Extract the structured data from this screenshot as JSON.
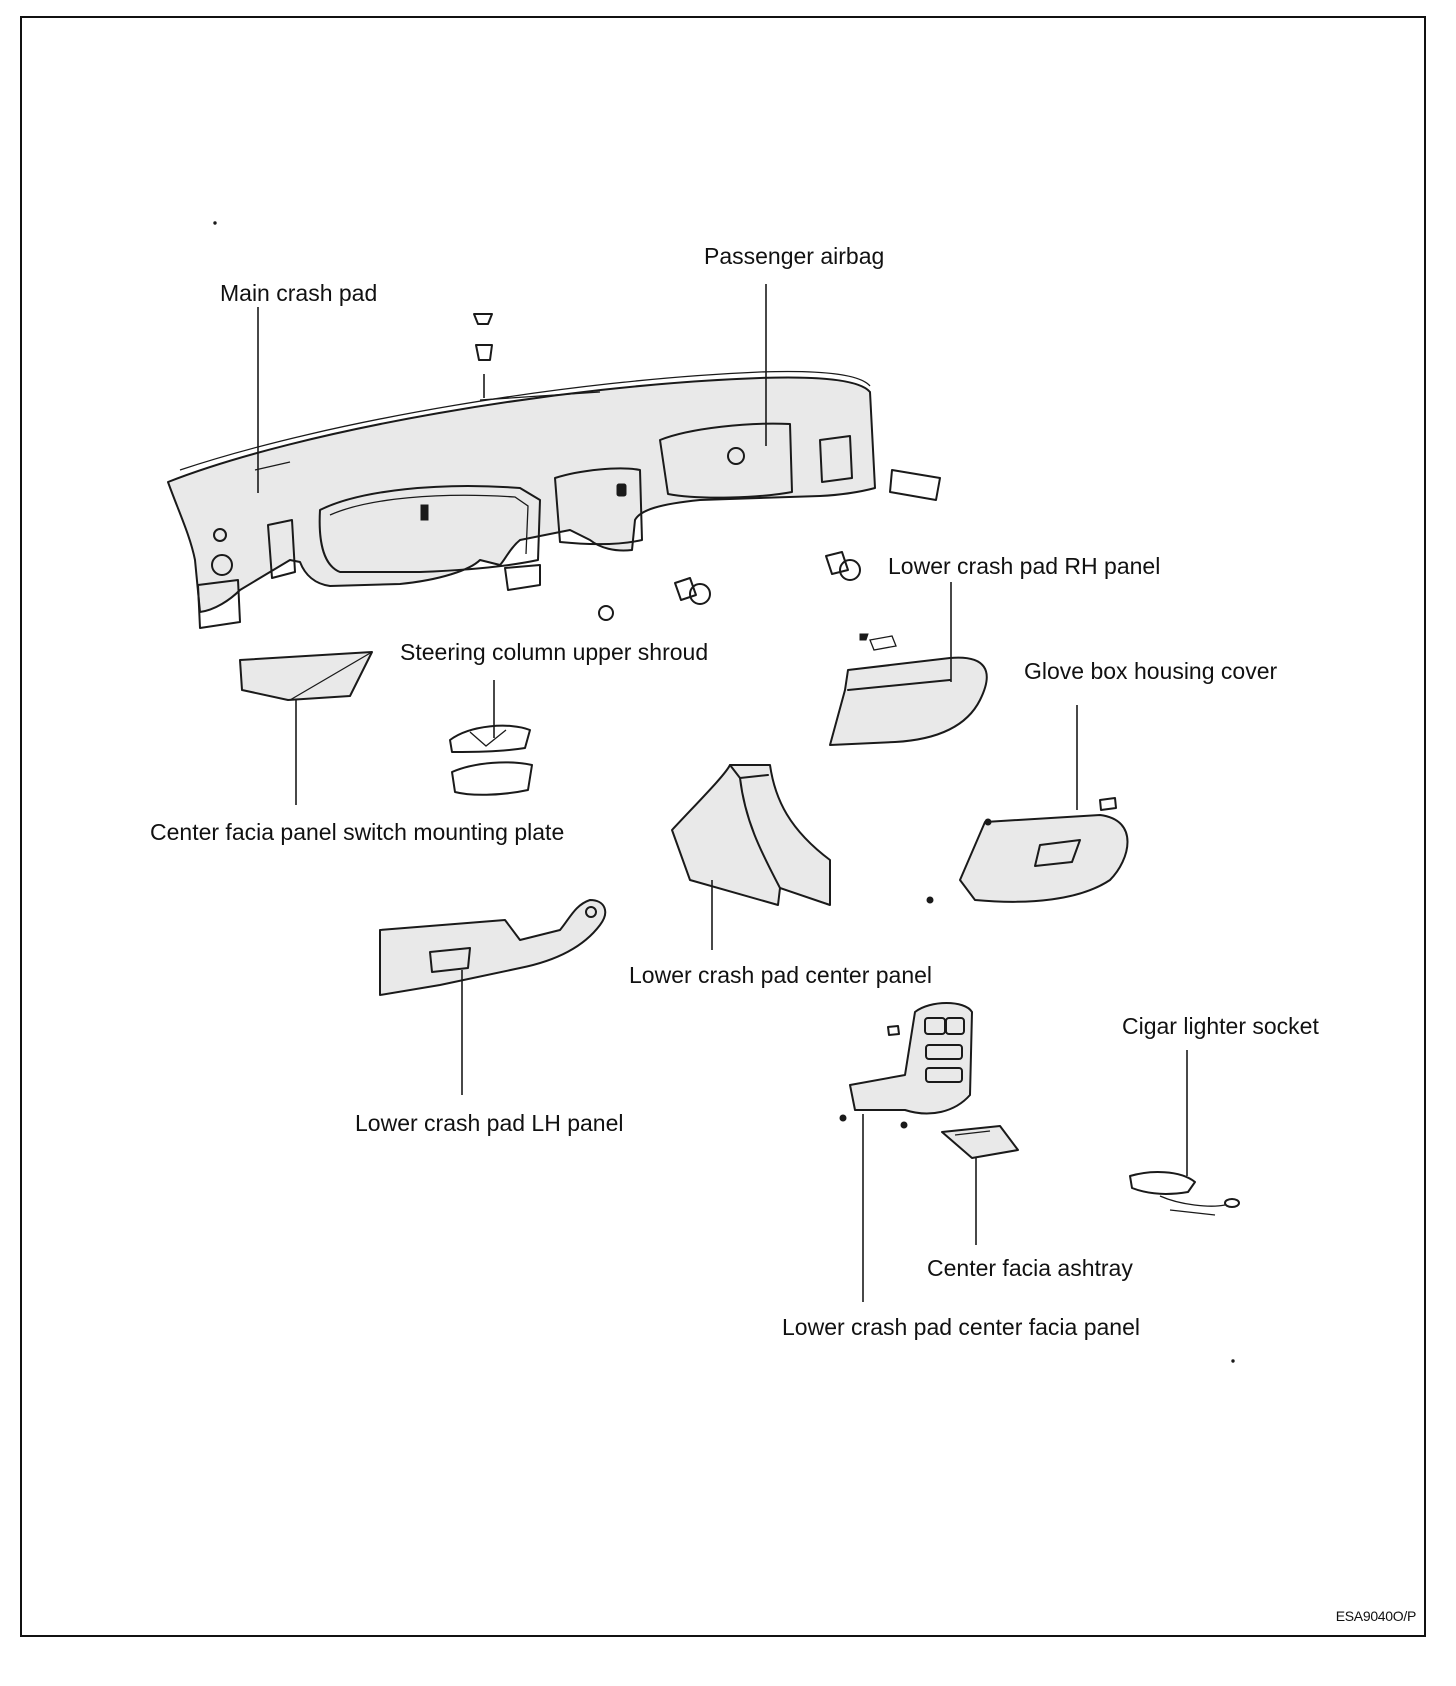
{
  "labels": {
    "main_crash_pad": "Main crash pad",
    "passenger_airbag": "Passenger airbag",
    "lower_crash_pad_rh_panel": "Lower crash pad RH panel",
    "steering_column_upper_shroud": "Steering column upper shroud",
    "glove_box_housing_cover": "Glove box housing cover",
    "center_facia_panel_switch_mounting_plate": "Center facia panel switch mounting plate",
    "lower_crash_pad_center_panel": "Lower crash pad center panel",
    "cigar_lighter_socket": "Cigar lighter socket",
    "lower_crash_pad_lh_panel": "Lower crash pad LH panel",
    "center_facia_ashtray": "Center facia ashtray",
    "lower_crash_pad_center_facia_panel": "Lower crash pad center facia panel"
  },
  "reference_code": "ESA9040O/P"
}
